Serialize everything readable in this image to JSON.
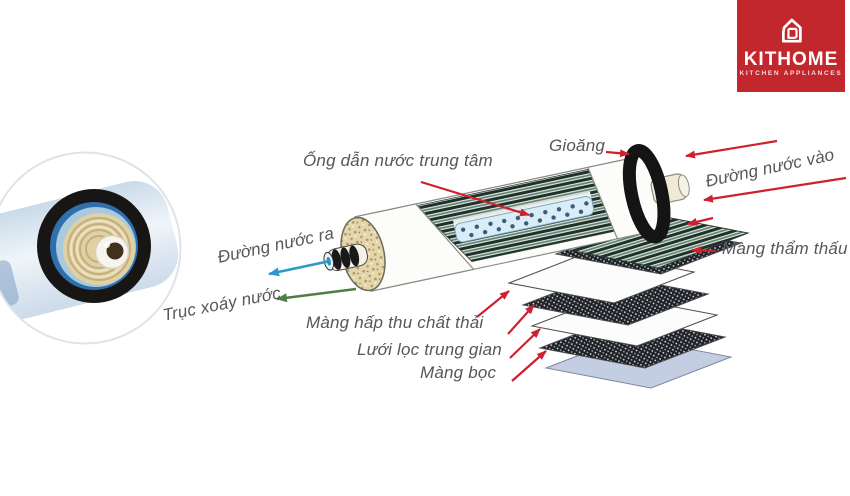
{
  "brand": {
    "name": "KITHOME",
    "tagline": "KITCHEN APPLIANCES",
    "bg_color": "#c2272d",
    "icon": "house-icon"
  },
  "diagram": {
    "title_context": "RO membrane filter exploded diagram",
    "callouts": {
      "central_tube": {
        "text": "Ống dẫn nước trung tâm"
      },
      "gasket": {
        "text": "Gioăng"
      },
      "water_in": {
        "text": "Đường nước vào"
      },
      "water_out": {
        "text": "Đường nước ra"
      },
      "water_vortex": {
        "text": "Trục xoáy nước"
      },
      "osmosis_membrane": {
        "text": "Màng thẩm thấu"
      },
      "waste_absorb_membrane": {
        "text": "Màng hấp thu chất thải"
      },
      "middle_mesh": {
        "text": "Lưới lọc trung gian"
      },
      "outer_wrap": {
        "text": "Màng bọc"
      }
    },
    "colors": {
      "callout_arrow": "#cf2030",
      "water_out_arrow": "#2e97cc",
      "vortex_arrow": "#4f7d45",
      "label_text": "#57575a",
      "membrane_face": "#e3d6ad",
      "perforated_tube": "#d8edf7",
      "wrap_sheet": "#c4cee2"
    }
  }
}
